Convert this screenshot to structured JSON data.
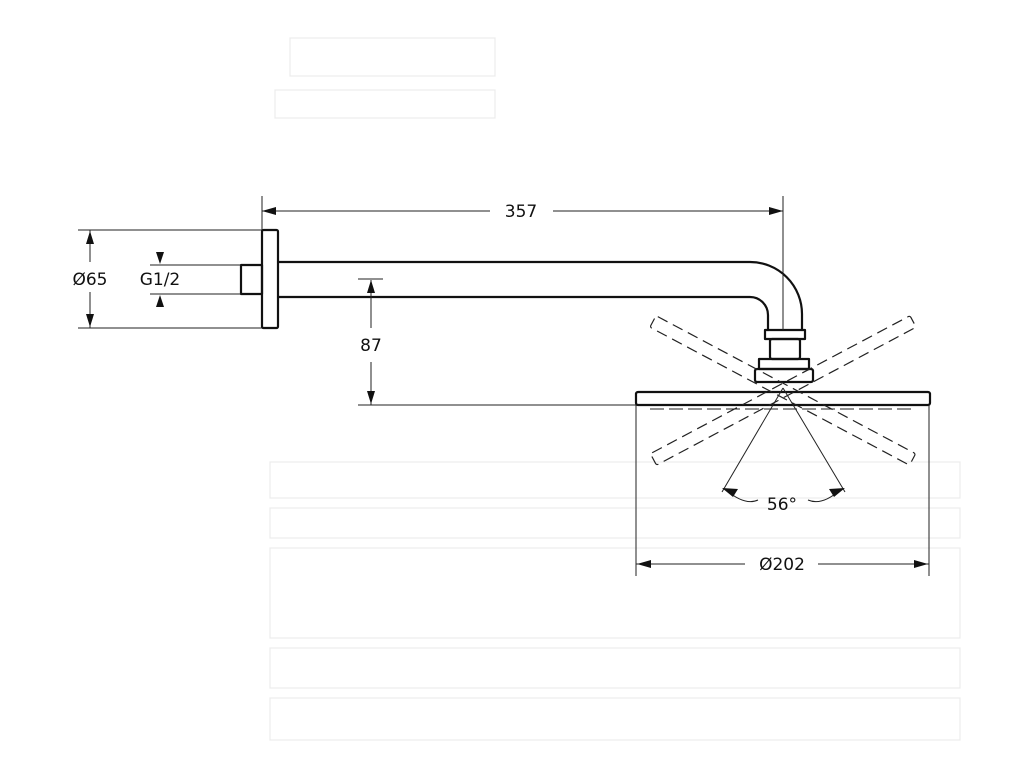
{
  "dimensions": {
    "arm_length": "357",
    "flange_diameter": "Ø65",
    "thread": "G1/2",
    "drop_height": "87",
    "tilt_angle": "56°",
    "head_diameter": "Ø202"
  },
  "colors": {
    "line": "#111111",
    "background": "#ffffff",
    "watermark": "#ececec"
  }
}
